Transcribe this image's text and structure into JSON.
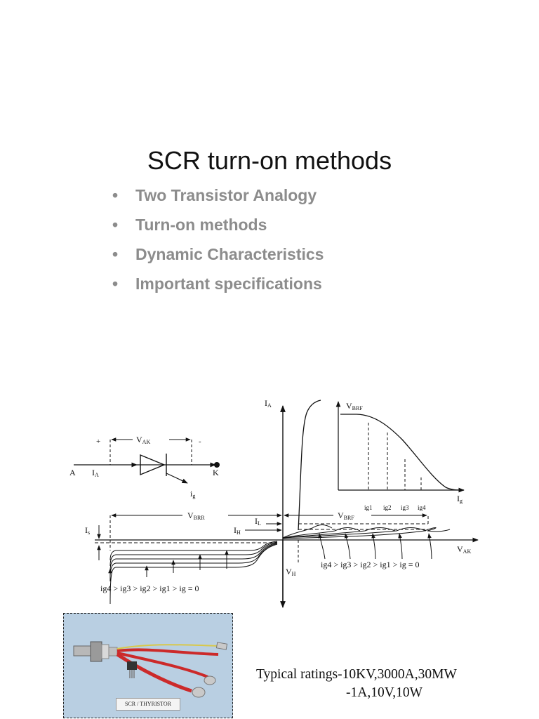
{
  "slide": {
    "title": "SCR turn-on methods",
    "bullets": [
      "Two Transistor Analogy",
      "Turn-on methods",
      "Dynamic Characteristics",
      "Important  specifications"
    ],
    "bullet_symbol": "•"
  },
  "diagram": {
    "circuit": {
      "anode": "A",
      "cathode": "K",
      "anode_current": "I",
      "anode_current_sub": "A",
      "gate_current": "i",
      "gate_current_sub": "g",
      "voltage": "V",
      "voltage_sub": "AK",
      "plus": "+",
      "minus": "-"
    },
    "vi_curve": {
      "y_axis": "I",
      "y_axis_sub": "A",
      "x_axis": "V",
      "x_axis_sub": "AK",
      "vbrr": "V",
      "vbrr_sub": "BRR",
      "vbrf": "V",
      "vbrf_sub": "BRF",
      "il": "I",
      "il_sub": "L",
      "ih": "I",
      "ih_sub": "H",
      "is": "I",
      "is_sub": "s",
      "vh": "V",
      "vh_sub": "H",
      "forward_gate_order": "ig4 > ig3 > ig2 > ig1 > ig = 0",
      "reverse_gate_order": "ig4 > ig3 > ig2 > ig1 > ig = 0"
    },
    "inset": {
      "y_axis": "V",
      "y_axis_sub": "BRF",
      "x_axis": "I",
      "x_axis_sub": "g",
      "ticks": [
        "ig1",
        "ig2",
        "ig3",
        "ig4"
      ]
    }
  },
  "photo": {
    "label": "SCR / THYRISTOR",
    "colors": {
      "background": "#b9cfe2",
      "lead_red": "#cc2a2a",
      "lead_yellow": "#d8c84a"
    }
  },
  "ratings": {
    "line1": "Typical ratings-10KV,3000A,30MW",
    "line2": "-1A,10V,10W"
  }
}
